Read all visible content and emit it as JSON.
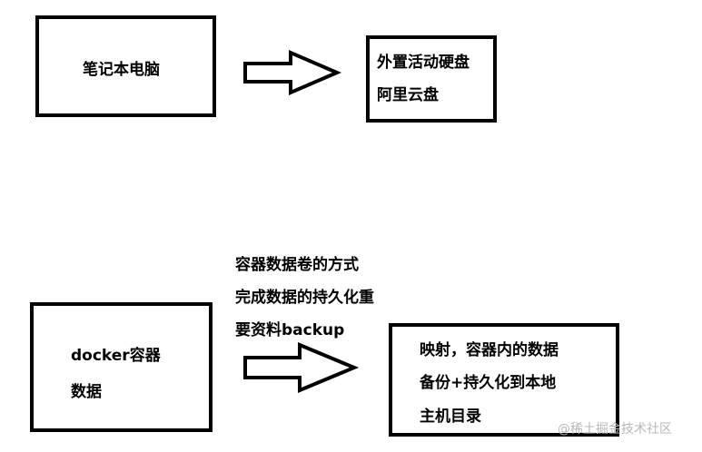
{
  "diagram": {
    "top_row": {
      "source_box": {
        "label": "笔记本电脑"
      },
      "target_box": {
        "lines": [
          "外置活动硬盘",
          "阿里云盘"
        ]
      }
    },
    "bottom_row": {
      "annotation": {
        "lines": [
          "容器数据卷的方式",
          "完成数据的持久化重",
          "要资料backup"
        ]
      },
      "source_box": {
        "lines": [
          "docker容器",
          "数据"
        ]
      },
      "target_box": {
        "lines": [
          "映射，容器内的数据",
          "备份+持久化到本地",
          "主机目录"
        ]
      }
    }
  },
  "watermark": {
    "text": "@稀土掘金技术社区"
  },
  "colors": {
    "stroke": "#000000",
    "background": "#ffffff",
    "watermark": "#b8b8b8"
  },
  "connectors": [
    {
      "from": "top_row.source_box",
      "to": "top_row.target_box",
      "style": "hollow-block-arrow"
    },
    {
      "from": "bottom_row.source_box",
      "to": "bottom_row.target_box",
      "style": "hollow-block-arrow"
    }
  ]
}
